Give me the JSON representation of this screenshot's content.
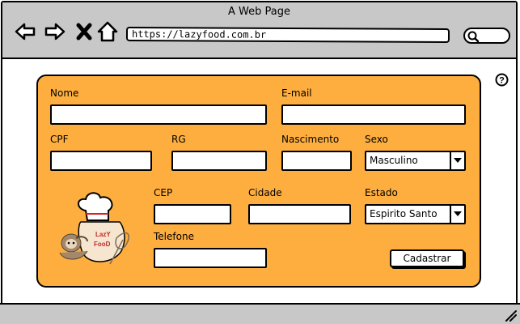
{
  "window": {
    "title": "A Web Page"
  },
  "browser": {
    "url": "https://lazyfood.com.br"
  },
  "logo": {
    "line1": "LazY",
    "line2": "FooD"
  },
  "form": {
    "nome_label": "Nome",
    "email_label": "E-mail",
    "cpf_label": "CPF",
    "rg_label": "RG",
    "nascimento_label": "Nascimento",
    "sexo_label": "Sexo",
    "sexo_value": "Masculino",
    "cep_label": "CEP",
    "cidade_label": "Cidade",
    "estado_label": "Estado",
    "estado_value": "Espirito Santo",
    "telefone_label": "Telefone",
    "submit_label": "Cadastrar"
  },
  "colors": {
    "panel": "#fdae3f",
    "chrome": "#c8c8c8"
  }
}
